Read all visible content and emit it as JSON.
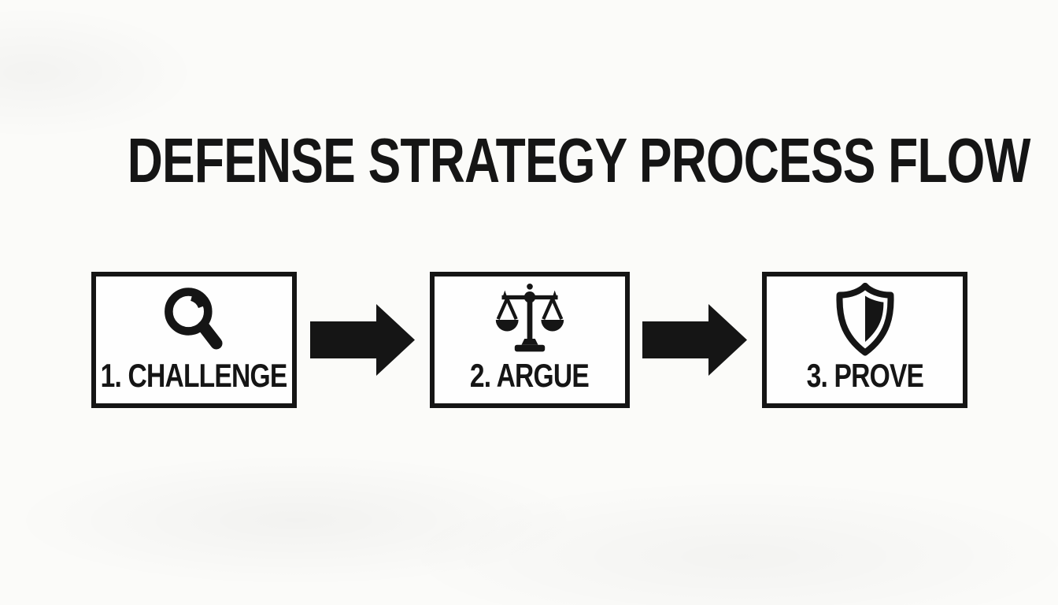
{
  "title": "DEFENSE STRATEGY PROCESS FLOW",
  "colors": {
    "ink": "#151515",
    "background": "#fbfbf9",
    "box_fill": "#fefefe"
  },
  "steps": [
    {
      "label": "1. CHALLENGE",
      "icon": "magnifier-icon"
    },
    {
      "label": "2. ARGUE",
      "icon": "scales-icon"
    },
    {
      "label": "3. PROVE",
      "icon": "shield-icon"
    }
  ],
  "connectors": [
    {
      "type": "arrow-right"
    },
    {
      "type": "arrow-right"
    }
  ]
}
